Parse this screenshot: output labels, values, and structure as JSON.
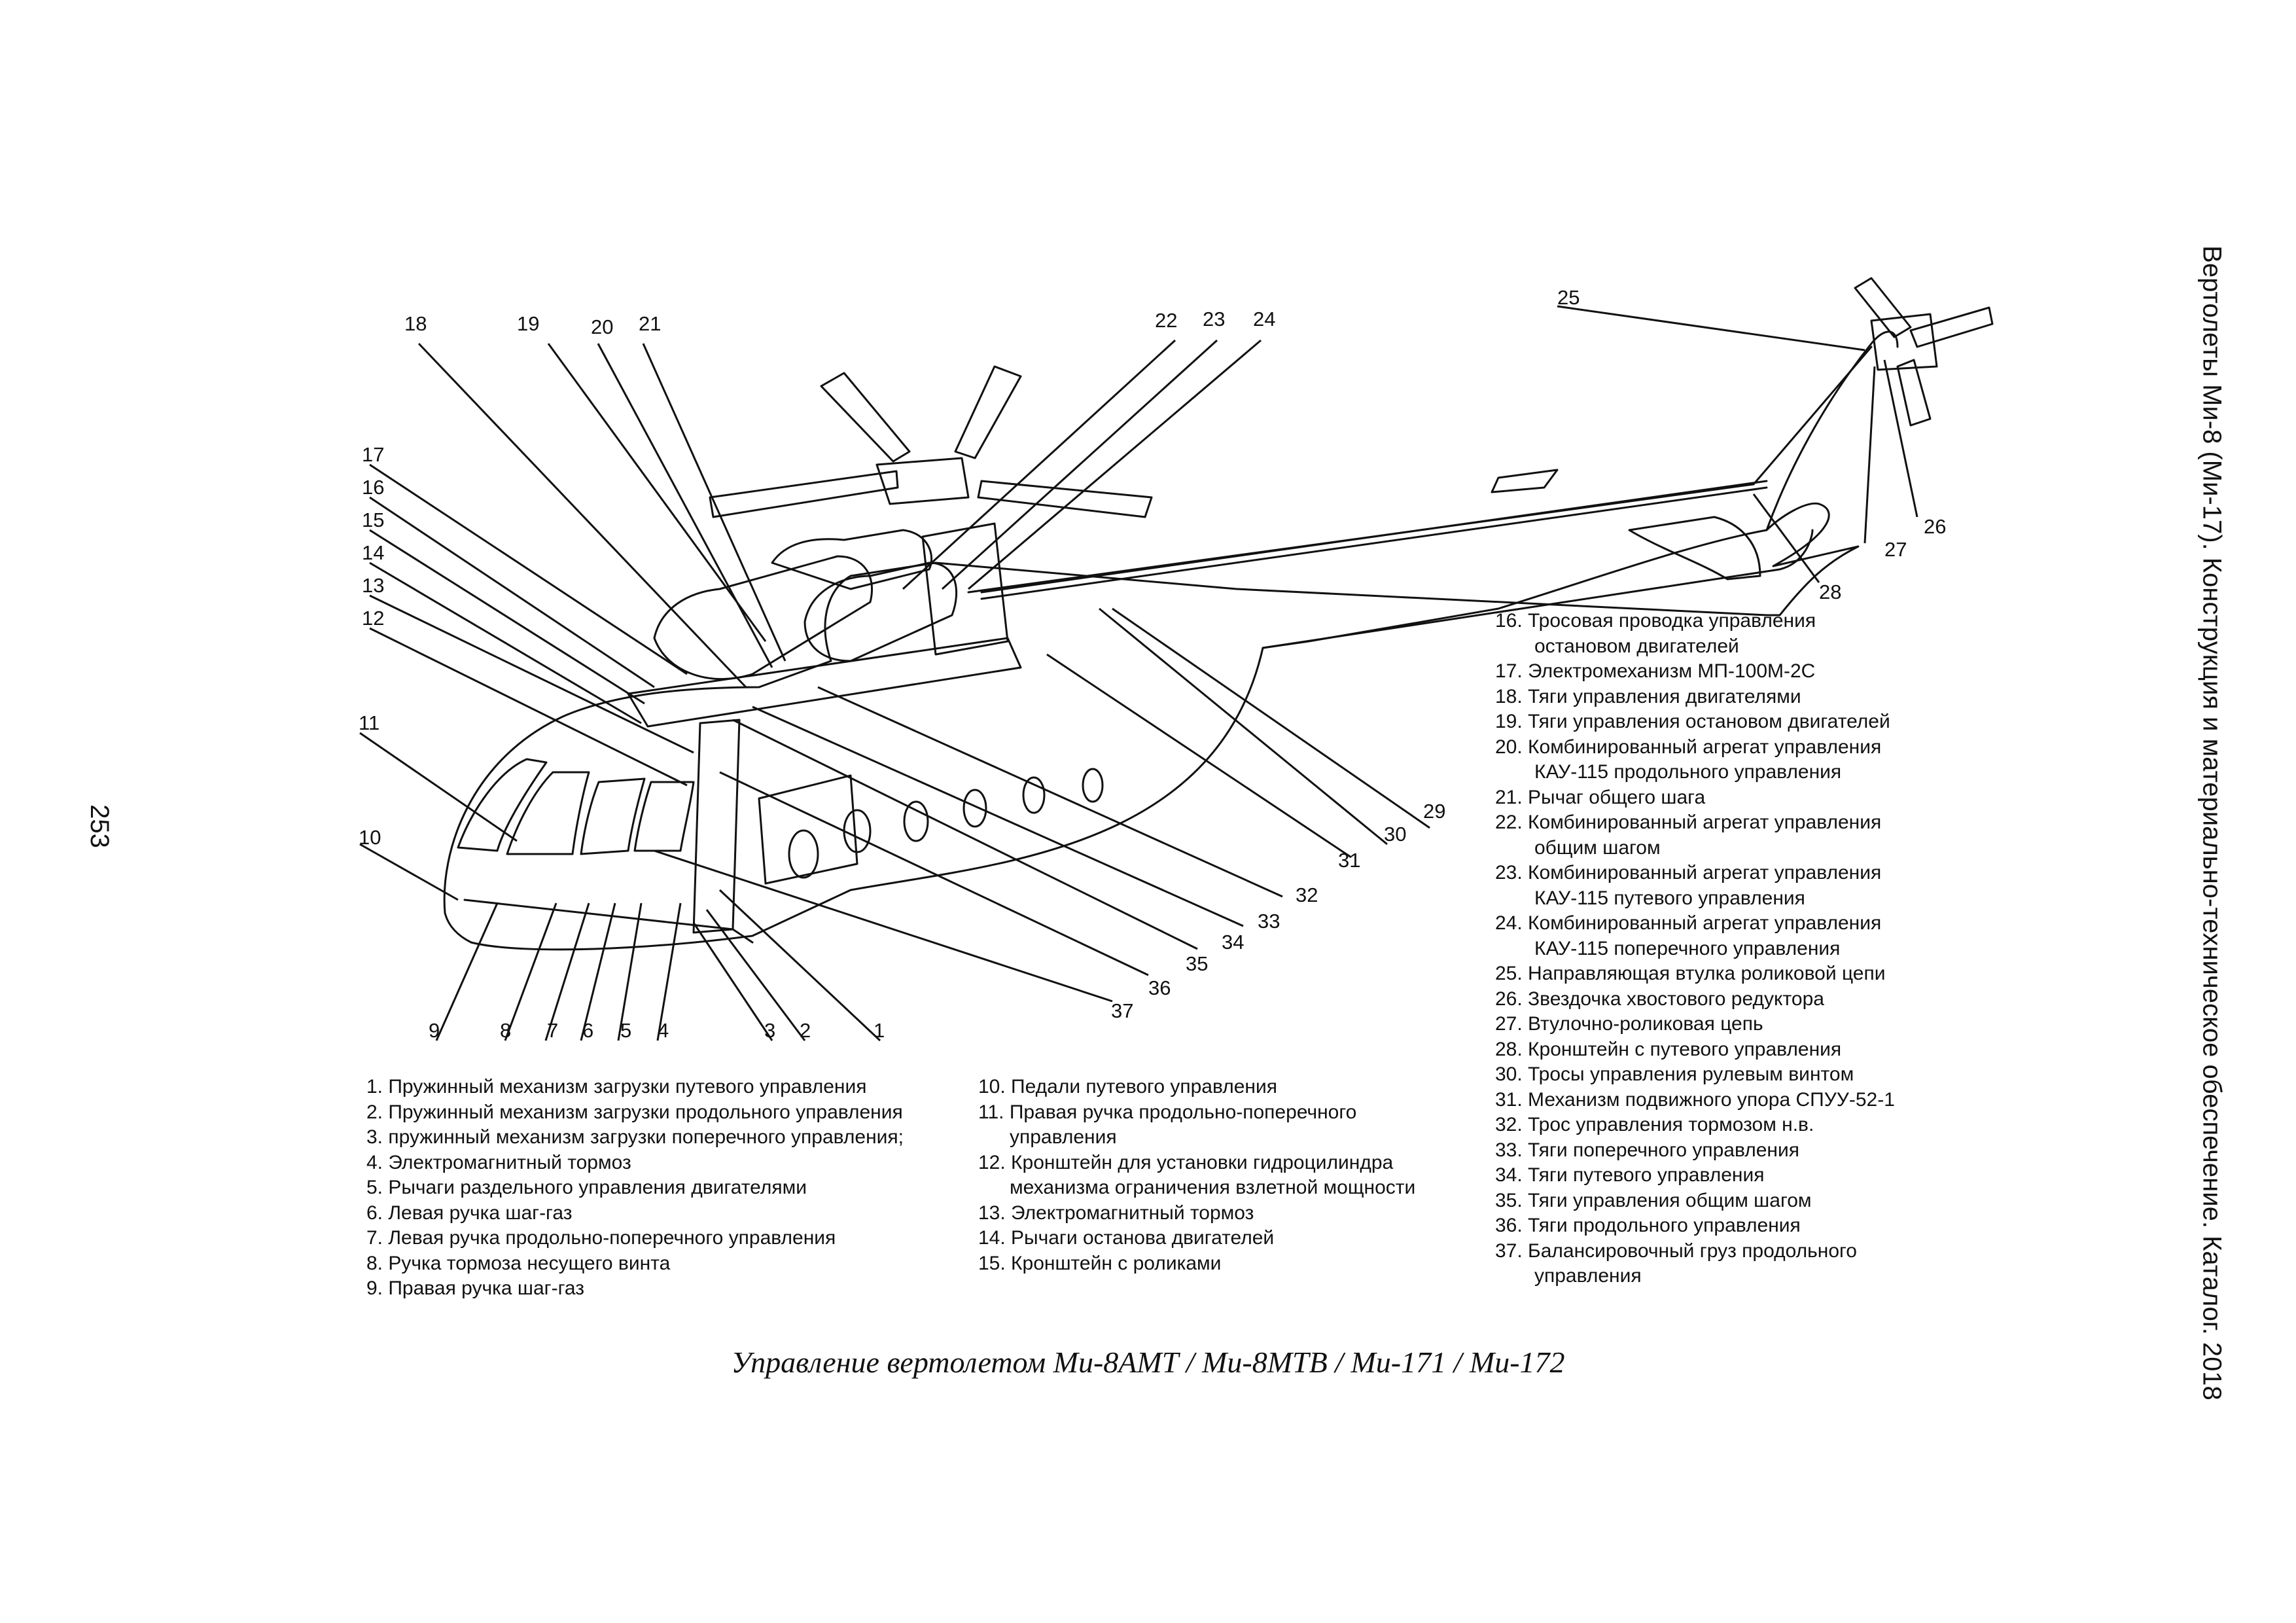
{
  "page_number": "253",
  "side_title": "Вертолеты Ми-8 (Ми-17). Конструкция и материально-техническое обеспечение. Каталог. 2018",
  "caption": "Управление вертолетом Ми-8АМТ / Ми-8МТВ / Ми-171 / Ми-172",
  "callouts": [
    "1",
    "2",
    "3",
    "4",
    "5",
    "6",
    "7",
    "8",
    "9",
    "10",
    "11",
    "12",
    "13",
    "14",
    "15",
    "16",
    "17",
    "18",
    "19",
    "20",
    "21",
    "22",
    "23",
    "24",
    "25",
    "26",
    "27",
    "28",
    "29",
    "30",
    "31",
    "32",
    "33",
    "34",
    "35",
    "36",
    "37"
  ],
  "legend": [
    [
      "1. Пружинный механизм загрузки путевого управления"
    ],
    [
      "2. Пружинный механизм загрузки продольного управления"
    ],
    [
      "3. пружинный механизм загрузки поперечного управления;"
    ],
    [
      "4. Электромагнитный тормоз"
    ],
    [
      "5. Рычаги раздельного управления двигателями"
    ],
    [
      "6. Левая ручка шаг-газ"
    ],
    [
      "7. Левая ручка продольно-поперечного управления"
    ],
    [
      "8. Ручка тормоза несущего винта"
    ],
    [
      "9. Правая ручка шаг-газ"
    ],
    [
      "10. Педали путевого управления"
    ],
    [
      "11. Правая ручка продольно-поперечного",
      "управления"
    ],
    [
      "12. Кронштейн для установки гидроцилиндра",
      "механизма ограничения взлетной мощности"
    ],
    [
      "13. Электромагнитный тормоз"
    ],
    [
      "14. Рычаги останова двигателей"
    ],
    [
      "15. Кронштейн с роликами"
    ],
    [
      "16. Тросовая проводка управления",
      "остановом двигателей"
    ],
    [
      "17. Электромеханизм МП-100М-2С"
    ],
    [
      "18. Тяги управления двигателями"
    ],
    [
      "19. Тяги управления остановом двигателей"
    ],
    [
      "20. Комбинированный агрегат управления",
      "КАУ-115 продольного управления"
    ],
    [
      "21. Рычаг общего шага"
    ],
    [
      "22. Комбинированный агрегат управления",
      "общим шагом"
    ],
    [
      "23. Комбинированный агрегат управления",
      "КАУ-115 путевого управления"
    ],
    [
      "24. Комбинированный агрегат управления",
      "КАУ-115 поперечного управления"
    ],
    [
      "25. Направляющая втулка роликовой цепи"
    ],
    [
      "26. Звездочка хвостового редуктора"
    ],
    [
      "27. Втулочно-роликовая цепь"
    ],
    [
      "28. Кронштейн с путевого управления"
    ],
    [
      "30. Тросы управления рулевым винтом"
    ],
    [
      "31. Механизм подвижного упора СПУУ-52-1"
    ],
    [
      "32. Трос управления тормозом н.в."
    ],
    [
      "33. Тяги поперечного управления"
    ],
    [
      "34. Тяги путевого управления"
    ],
    [
      "35. Тяги управления общим шагом"
    ],
    [
      "36. Тяги продольного управления"
    ],
    [
      "37. Балансировочный груз продольного",
      "управления"
    ]
  ]
}
